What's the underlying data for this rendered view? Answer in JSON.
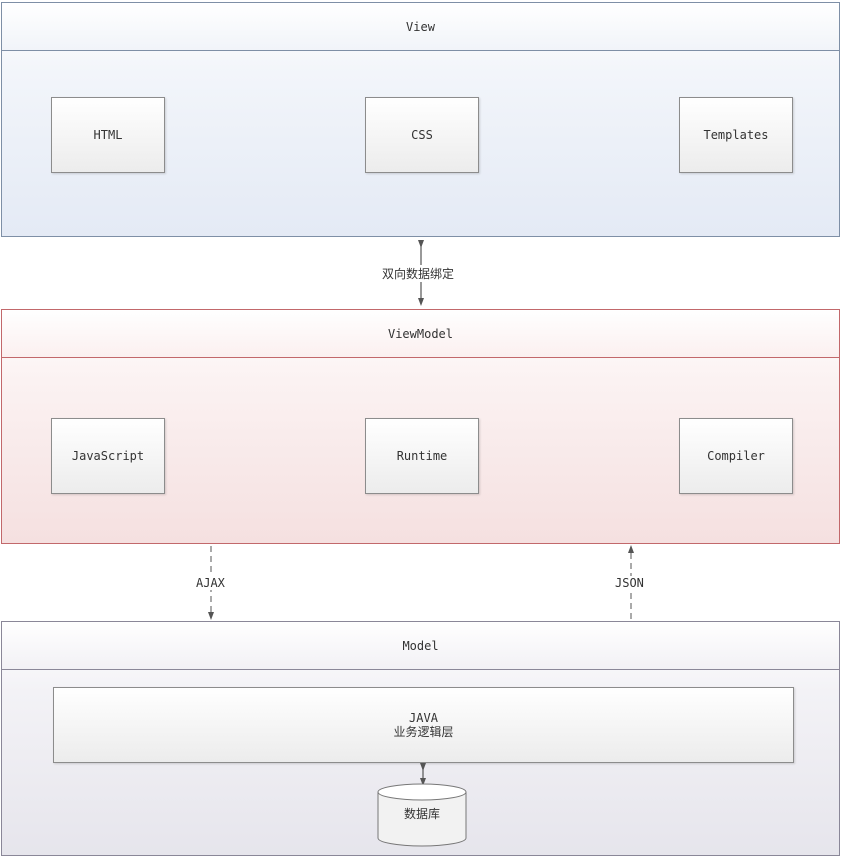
{
  "view": {
    "title": "View",
    "components": [
      "HTML",
      "CSS",
      "Templates"
    ]
  },
  "binding_label": "双向数据绑定",
  "viewmodel": {
    "title": "ViewModel",
    "components": [
      "JavaScript",
      "Runtime",
      "Compiler"
    ]
  },
  "connections": {
    "ajax_label": "AJAX",
    "json_label": "JSON"
  },
  "model": {
    "title": "Model",
    "business_line1": "JAVA",
    "business_line2": "业务逻辑层",
    "database_label": "数据库"
  },
  "colors": {
    "view_border": "#7e8fa6",
    "viewmodel_border": "#c2686b",
    "model_border": "#8a8798"
  }
}
